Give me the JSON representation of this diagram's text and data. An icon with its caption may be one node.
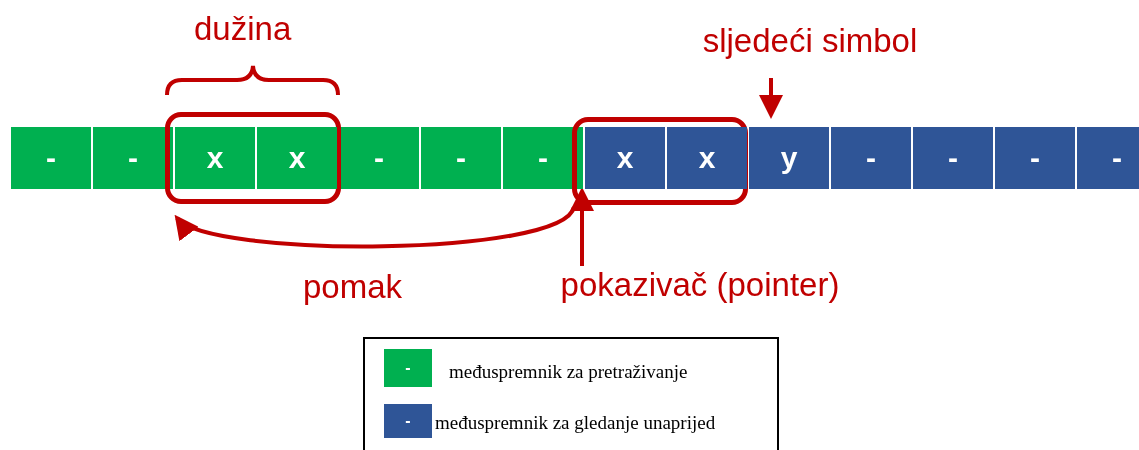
{
  "diagram": {
    "nodes": [
      {
        "text": [
          "sljedeći simbol"
        ]
      },
      {
        "text": [
          "-"
        ]
      },
      {
        "text": [
          "-"
        ]
      },
      {
        "text": [],
        "shape": "box"
      },
      {
        "text": [
          "x"
        ],
        "in": 3
      },
      {
        "text": [
          "x"
        ],
        "in": 3
      },
      {
        "text": [
          "-"
        ]
      },
      {
        "text": [
          "-"
        ]
      },
      {
        "text": [
          "-"
        ]
      },
      {
        "text": [],
        "shape": "box"
      },
      {
        "text": [
          "x"
        ],
        "in": 9
      },
      {
        "text": [
          "x"
        ],
        "in": 9
      },
      {
        "text": [
          "y"
        ]
      },
      {
        "text": [
          "-"
        ]
      },
      {
        "text": [
          "-"
        ]
      },
      {
        "text": [
          "-"
        ]
      },
      {
        "text": [
          "-"
        ]
      },
      {
        "text": [
          "pokazivač (pointer)"
        ]
      }
    ],
    "edges": [
      {
        "from": 9,
        "to": 3,
        "arrow": "to",
        "label": "pomak"
      },
      {
        "from": 17,
        "to": 10,
        "arrow": "to"
      },
      {
        "from": 0,
        "to": 12,
        "arrow": "to"
      }
    ],
    "labels": [
      "dužina",
      "-",
      "-"
    ],
    "legend": [
      {
        "text": "međuspremnik za pretraživanje",
        "color": "#00b050"
      },
      {
        "text": "međuspremnik za gledanje unaprijed",
        "color": "#2f5597"
      }
    ]
  }
}
